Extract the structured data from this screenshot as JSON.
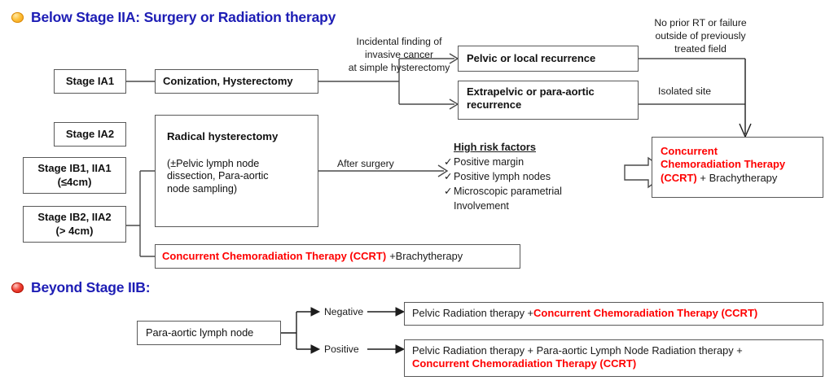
{
  "colors": {
    "heading": "#1d1db5",
    "accent_red": "#fe0000",
    "blue_arrow": "#6b7fbf",
    "bullet_gold": "#f0920c",
    "bullet_red": "#ef4034",
    "box_border": "#595959"
  },
  "sections": [
    {
      "bullet": "gold-ellipse-bullet-icon",
      "title": "Below Stage IIA: Surgery or Radiation therapy"
    },
    {
      "bullet": "red-ellipse-bullet-icon",
      "title": "Beyond Stage IIB:"
    }
  ],
  "stages": [
    {
      "label": "Stage IA1"
    },
    {
      "label": "Stage IA2"
    },
    {
      "line1": "Stage IB1, IIA1",
      "line2": "(≤4cm)"
    },
    {
      "line1": "Stage IB2, IIA2",
      "line2": "(> 4cm)"
    }
  ],
  "treatments": {
    "conization": "Conization, Hysterectomy",
    "radical": {
      "title": "Radical hysterectomy",
      "detail_line1": "(±Pelvic lymph node",
      "detail_line2": " dissection, Para-aortic",
      "detail_line3": " node sampling)"
    },
    "ccrt_brachy": {
      "red": "Concurrent Chemoradiation Therapy (CCRT)",
      "plain": "+Brachytherapy"
    }
  },
  "edge_labels": {
    "incidental": {
      "line1": "Incidental  finding  of",
      "line2": "invasive  cancer",
      "line3": "at simple hysterectomy"
    },
    "after_surgery": "After surgery",
    "no_prior_rt": {
      "line1": "No prior RT or failure",
      "line2": "outside of previously",
      "line3": "treated field"
    },
    "isolated_site": "Isolated site",
    "negative": "Negative",
    "positive": "Positive"
  },
  "recurrence": [
    {
      "label": "Pelvic or local recurrence"
    },
    {
      "line1": "Extrapelvic or para-aortic",
      "line2": "recurrence"
    }
  ],
  "risk_factors": {
    "title": "High risk factors",
    "items": [
      "Positive margin",
      "Positive lymph nodes",
      "Microscopic parametrial"
    ],
    "continuation": "Involvement",
    "check_glyph": "✓"
  },
  "outcome_box": {
    "red_line1": "Concurrent",
    "red_line2": "Chemoradiation Therapy",
    "red_line3": "(CCRT)",
    "plain_line3": " + Brachytherapy"
  },
  "beyond": {
    "source_box": "Para-aortic lymph node",
    "negative_result": {
      "plain": "Pelvic Radiation therapy + ",
      "red": "Concurrent Chemoradiation Therapy (CCRT)"
    },
    "positive_result": {
      "plain_line1": "Pelvic Radiation therapy + Para-aortic Lymph Node  Radiation therapy +",
      "red_line2": "Concurrent Chemoradiation Therapy (CCRT)"
    }
  }
}
